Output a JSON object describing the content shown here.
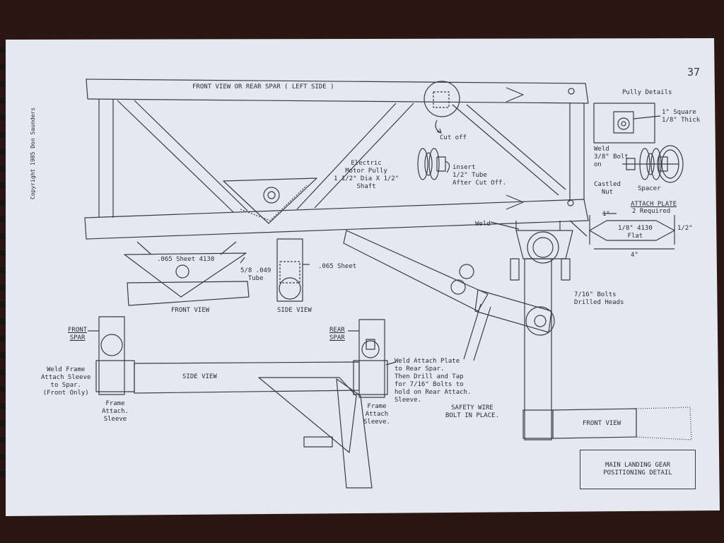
{
  "page": {
    "number": "37",
    "copyright": "Copyright 1985 Don Saunders"
  },
  "front_spar": {
    "title": "FRONT VIEW OR REAR SPAR ( LEFT SIDE )",
    "cut_off": "Cut off",
    "motor_pully": "Electric\nMotor Pully\n1 1/2\" Dia X 1/2\"\nShaft",
    "insert_tube": "insert\n1/2\" Tube\nAfter Cut Off.",
    "weld": "Weld"
  },
  "pully_details": {
    "title": "Pully Details",
    "square": "1\" Square\n1/8\" Thick",
    "weld_bolt": "Weld\n3/8\" Bolt\non",
    "castled_nut": "Castled\nNut",
    "spacer": "Spacer"
  },
  "attach_plate": {
    "title": "ATTACH PLATE",
    "required": "2 Required",
    "dim_left": "1\"",
    "flat": "1/8\" 4130\nFlat",
    "dim_right": "1/2\"",
    "dim_length": "4\""
  },
  "gusset": {
    "sheet": ".065 Sheet 4130",
    "tube": "5/8 .049\nTube",
    "side_sheet": ".065 Sheet",
    "front_view": "FRONT VIEW",
    "side_view": "SIDE VIEW"
  },
  "side_assembly": {
    "front_spar": "FRONT\nSPAR",
    "rear_spar": "REAR\nSPAR",
    "side_view": "SIDE VIEW",
    "weld_frame": "Weld Frame\nAttach Sleeve\nto Spar.\n(Front Only)",
    "frame_attach_left": "Frame\nAttach.\nSleeve",
    "frame_attach_right": "Frame\nAttach\nSleeve.",
    "weld_attach_plate": "Weld Attach Plate\nto Rear Spar.\nThen Drill and Tap\nfor 7/16\" Bolts to\nhold on Rear Attach.\nSleeve.",
    "safety_wire": "SAFETY WIRE\nBOLT IN PLACE."
  },
  "gear_front": {
    "bolts": "7/16\" Bolts\nDrilled Heads",
    "front_view": "FRONT VIEW"
  },
  "title_block": {
    "line1": "MAIN LANDING GEAR",
    "line2": "POSITIONING DETAIL"
  },
  "colors": {
    "background": "#2a1712",
    "paper": "#e6e8f1",
    "ink": "#3a3a44"
  }
}
